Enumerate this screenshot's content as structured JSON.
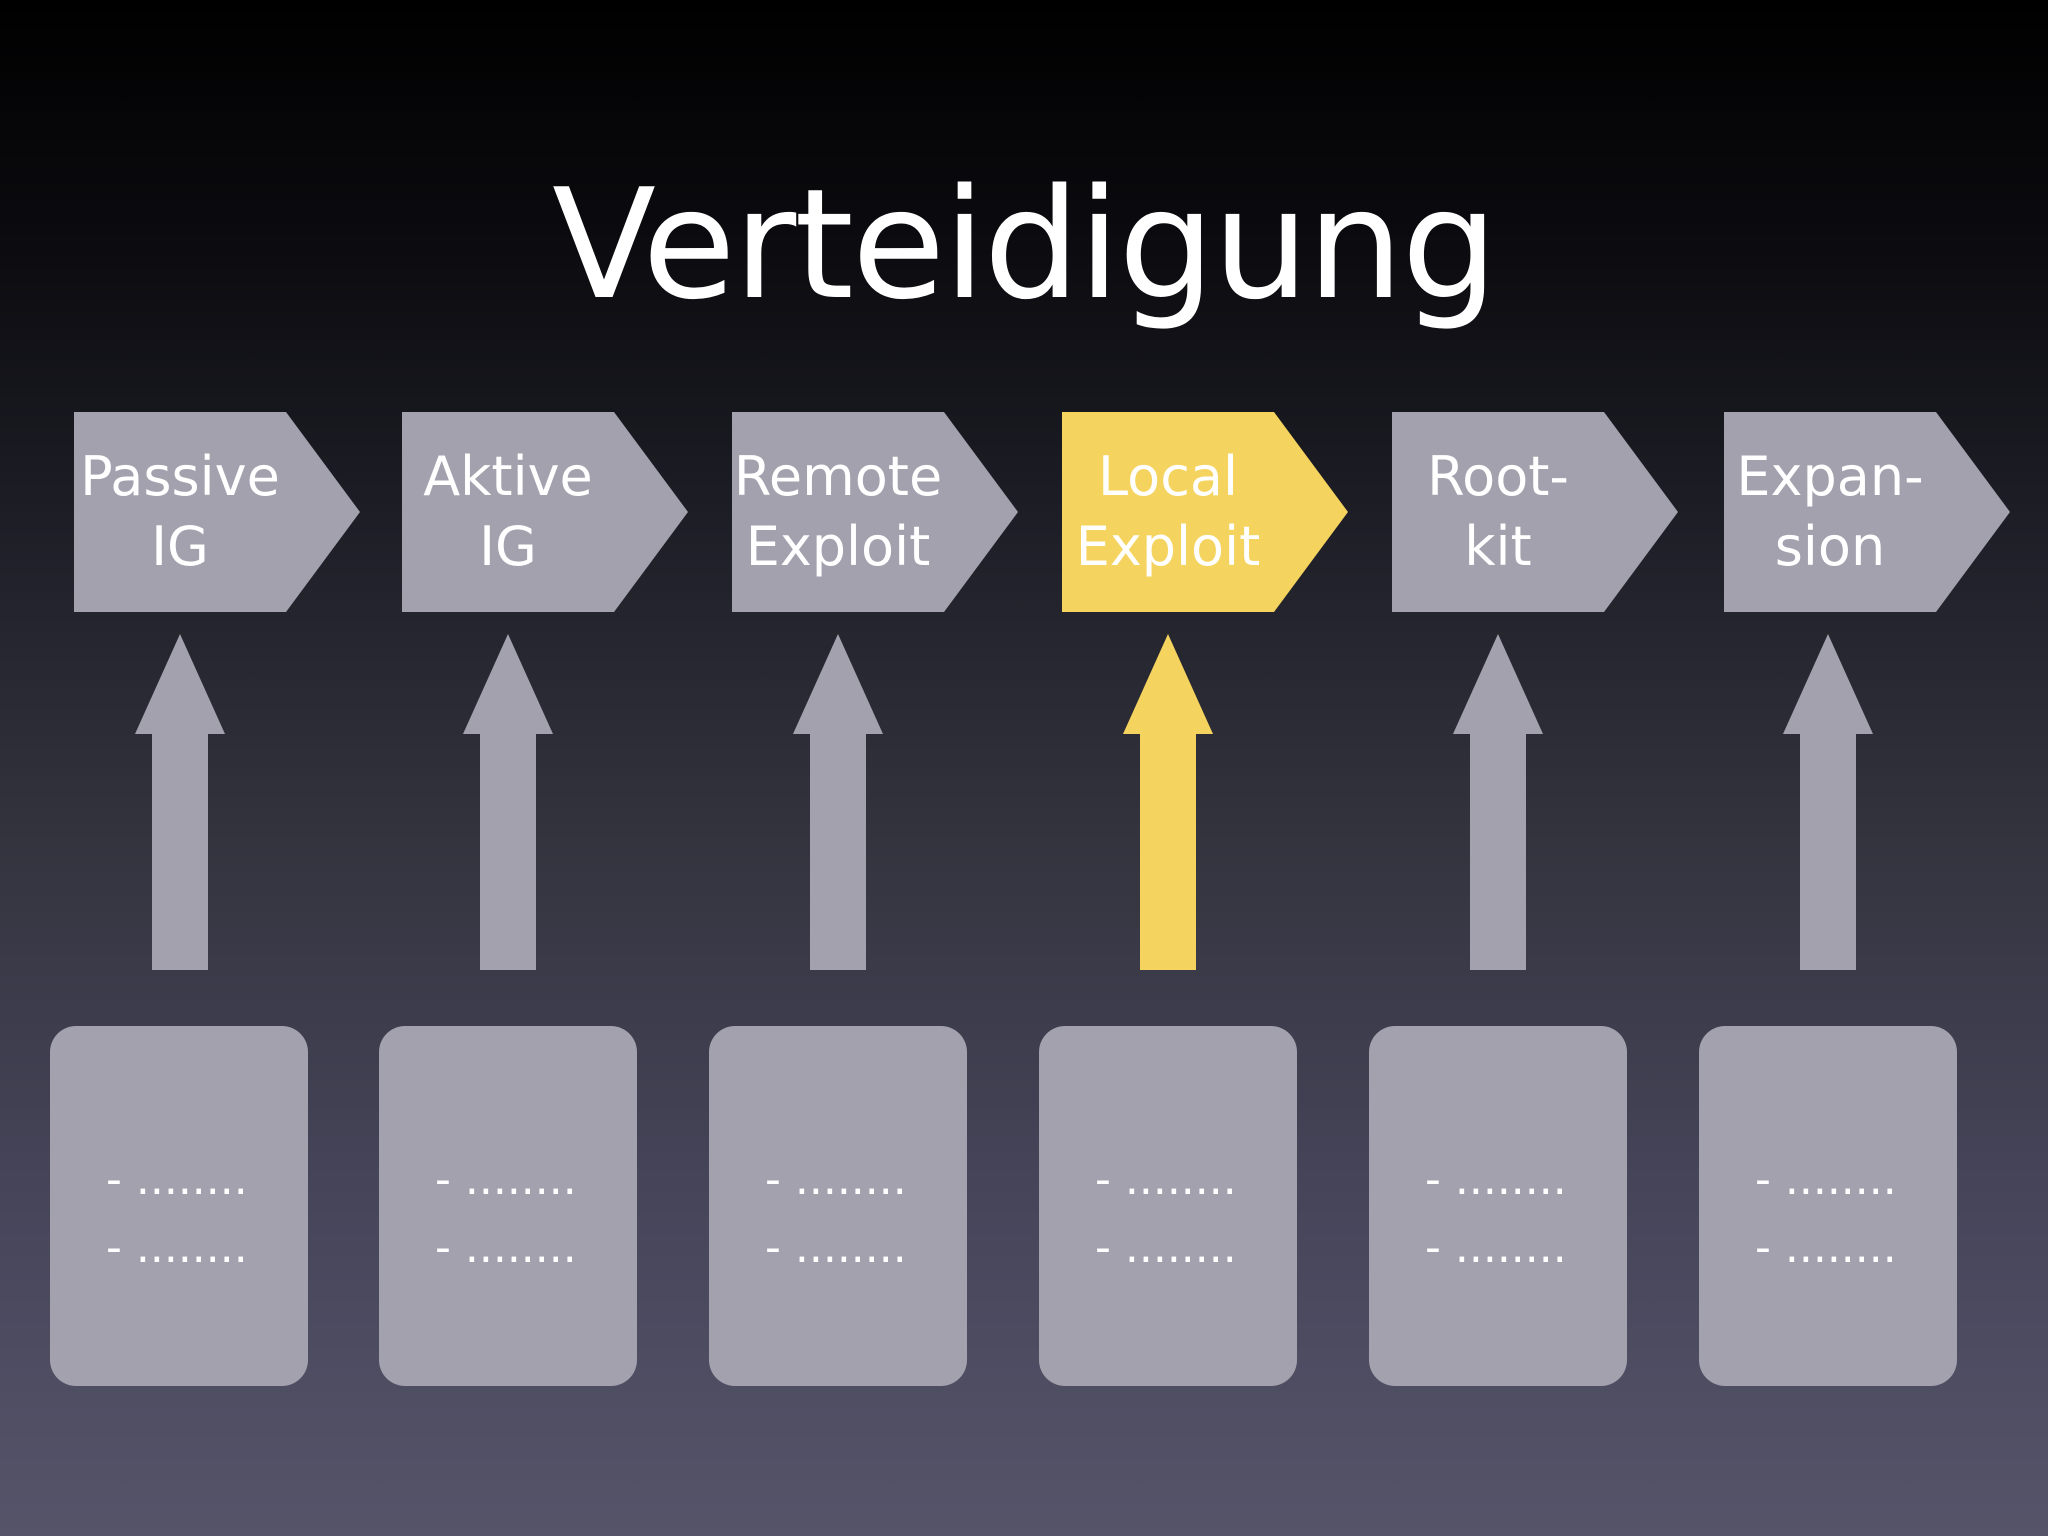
{
  "title": "Verteidigung",
  "colors": {
    "neutral": "#a2a1ad",
    "highlight": "#f4d35e",
    "text": "#ffffff"
  },
  "stages": [
    {
      "line1": "Passive",
      "line2": "IG",
      "highlighted": false,
      "bullets": [
        "- ........",
        "- ........"
      ]
    },
    {
      "line1": "Aktive",
      "line2": "IG",
      "highlighted": false,
      "bullets": [
        "- ........",
        "- ........"
      ]
    },
    {
      "line1": "Remote",
      "line2": "Exploit",
      "highlighted": false,
      "bullets": [
        "- ........",
        "- ........"
      ]
    },
    {
      "line1": "Local",
      "line2": "Exploit",
      "highlighted": true,
      "bullets": [
        "- ........",
        "- ........"
      ]
    },
    {
      "line1": "Root-",
      "line2": "kit",
      "highlighted": false,
      "bullets": [
        "- ........",
        "- ........"
      ]
    },
    {
      "line1": "Expan-",
      "line2": "sion",
      "highlighted": false,
      "bullets": [
        "- ........",
        "- ........"
      ]
    }
  ]
}
